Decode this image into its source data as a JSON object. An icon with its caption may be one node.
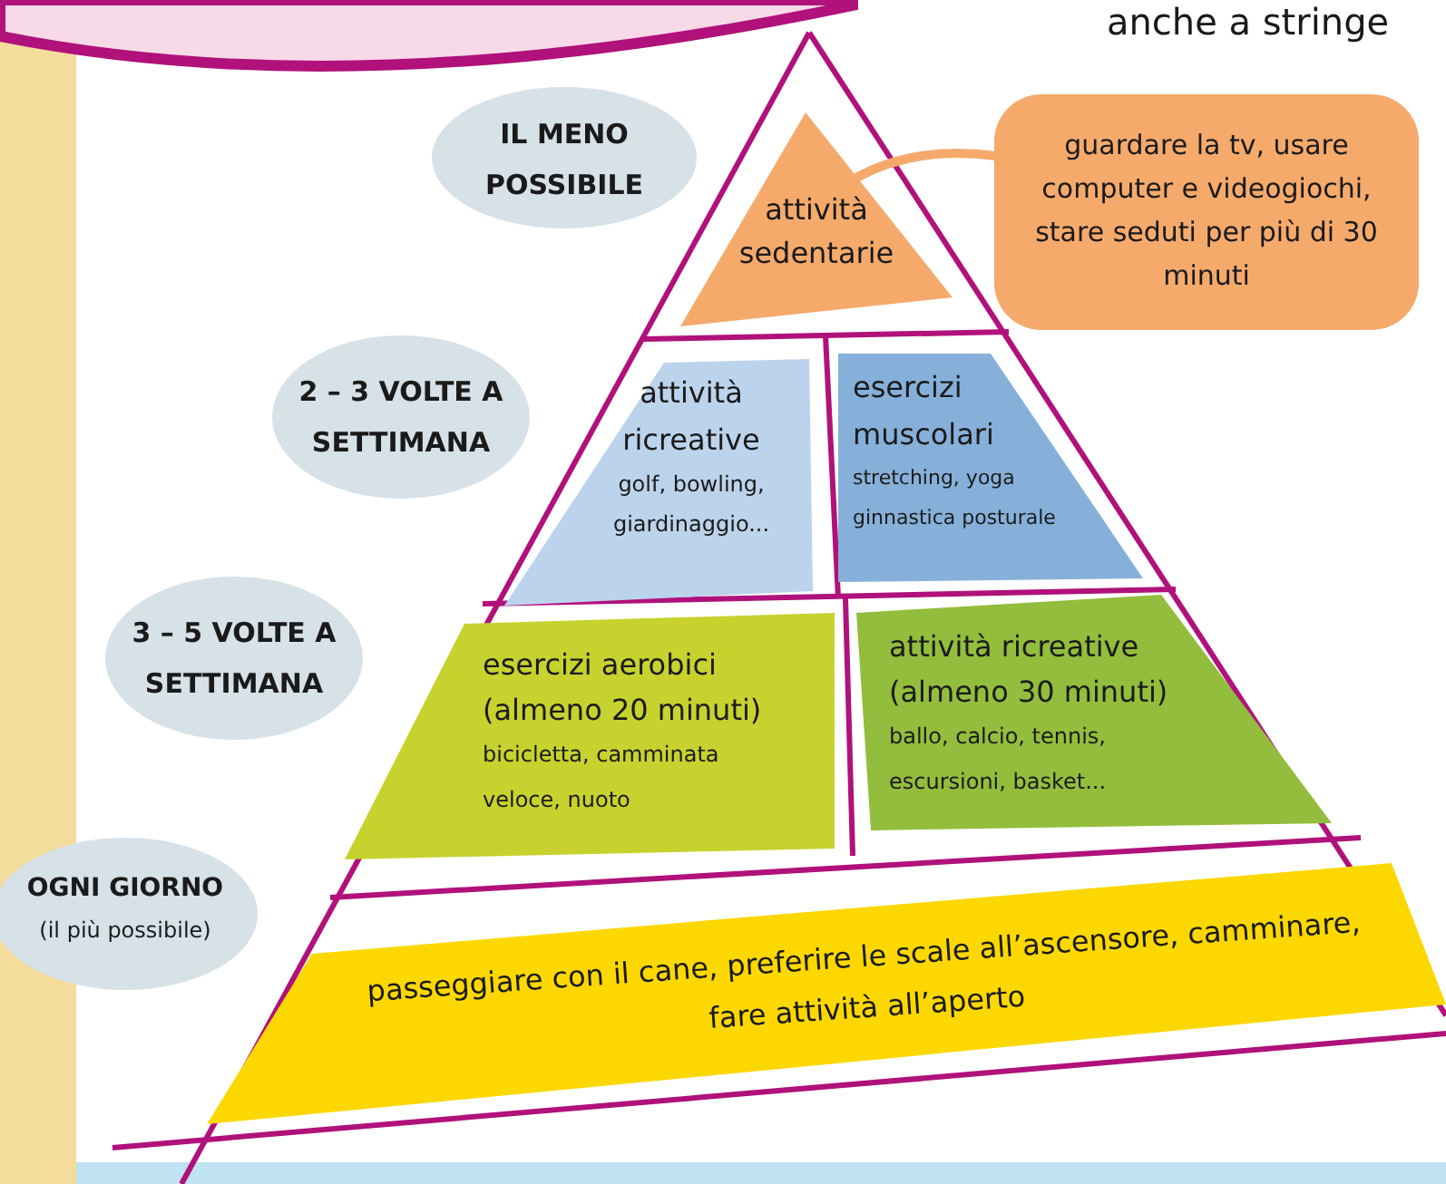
{
  "diagram": {
    "nodes": [
      {
        "text": [
          "IL MENO POSSIBILE"
        ]
      },
      {
        "text": [
          "attività sedentarie"
        ]
      },
      {
        "text": [
          "guardare la tv, usare computer e videogiochi, stare seduti per più di 30 minuti"
        ]
      },
      {
        "text": [
          "2 – 3 VOLTE A SETTIMANA"
        ]
      },
      {
        "text": [
          "attività ricreative",
          "golf, bowling, giardinaggio..."
        ]
      },
      {
        "text": [
          "esercizi muscolari",
          "stretching, yoga ginnastica posturale"
        ]
      },
      {
        "text": [
          "3 – 5 VOLTE A SETTIMANA"
        ]
      },
      {
        "text": [
          "esercizi aerobici (almeno 20 minuti)",
          "bicicletta, camminata veloce, nuoto"
        ]
      },
      {
        "text": [
          "attività ricreative (almeno 30 minuti)",
          "ballo, calcio, tennis, escursioni, basket..."
        ]
      },
      {
        "text": [
          "OGNI GIORNO",
          "(il più possibile)"
        ]
      },
      {
        "text": [
          "passeggiare con il cane, preferire le scale all’ascensore, camminare, fare attività all’aperto"
        ]
      }
    ],
    "edges": [
      {
        "from": 1,
        "to": 2,
        "arrow": "none"
      }
    ],
    "labels": [
      "anche a stringe"
    ]
  }
}
